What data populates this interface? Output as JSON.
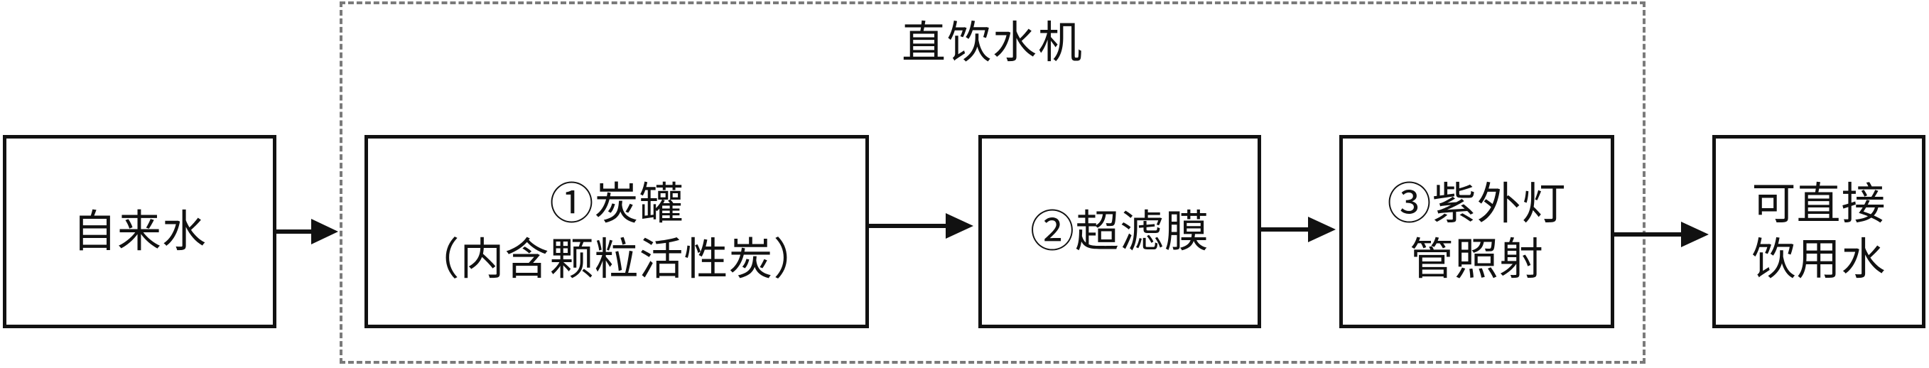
{
  "machine": {
    "title": "直饮水机"
  },
  "boxes": {
    "tap_water": {
      "line1": "自来水"
    },
    "carbon_tank": {
      "line1": "①炭罐",
      "line2": "（内含颗粒活性炭）"
    },
    "ultrafiltration": {
      "line1": "②超滤膜"
    },
    "uv_lamp": {
      "line1": "③紫外灯",
      "line2": "管照射"
    },
    "drinking_water": {
      "line1": "可直接",
      "line2": "饮用水"
    }
  },
  "colors": {
    "line": "#111111",
    "dashed_frame": "#7a7a7a"
  }
}
